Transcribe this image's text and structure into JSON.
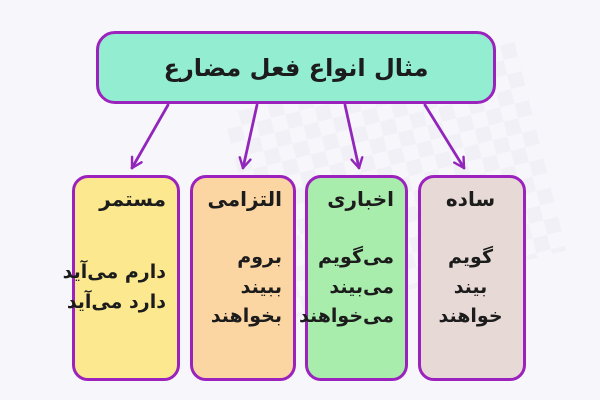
{
  "diagram": {
    "root": {
      "label": "مثال انواع فعل مضارع"
    },
    "cards": [
      {
        "id": "continuous",
        "title": "مستمر",
        "fill": "#fce98f",
        "verbs": [
          "دارم می‌آید",
          "دارد می‌آید"
        ]
      },
      {
        "id": "subjunctive",
        "title": "التزامی",
        "fill": "#fbd6a3",
        "verbs": [
          "بروم",
          "ببیند",
          "بخواهند"
        ]
      },
      {
        "id": "indicative",
        "title": "اخباری",
        "fill": "#a9edad",
        "verbs": [
          "می‌گویم",
          "می‌بیند",
          "می‌خواهند"
        ]
      },
      {
        "id": "simple",
        "title": "ساده",
        "fill": "#e7dad6",
        "verbs": [
          "گویم",
          "بیند",
          "خواهند"
        ]
      }
    ],
    "colors": {
      "background": "#f7f7fb",
      "accent_border": "#9c22bd",
      "connector": "#9226bb",
      "root_fill": "#92edd1",
      "text": "#1c1c1c"
    }
  }
}
